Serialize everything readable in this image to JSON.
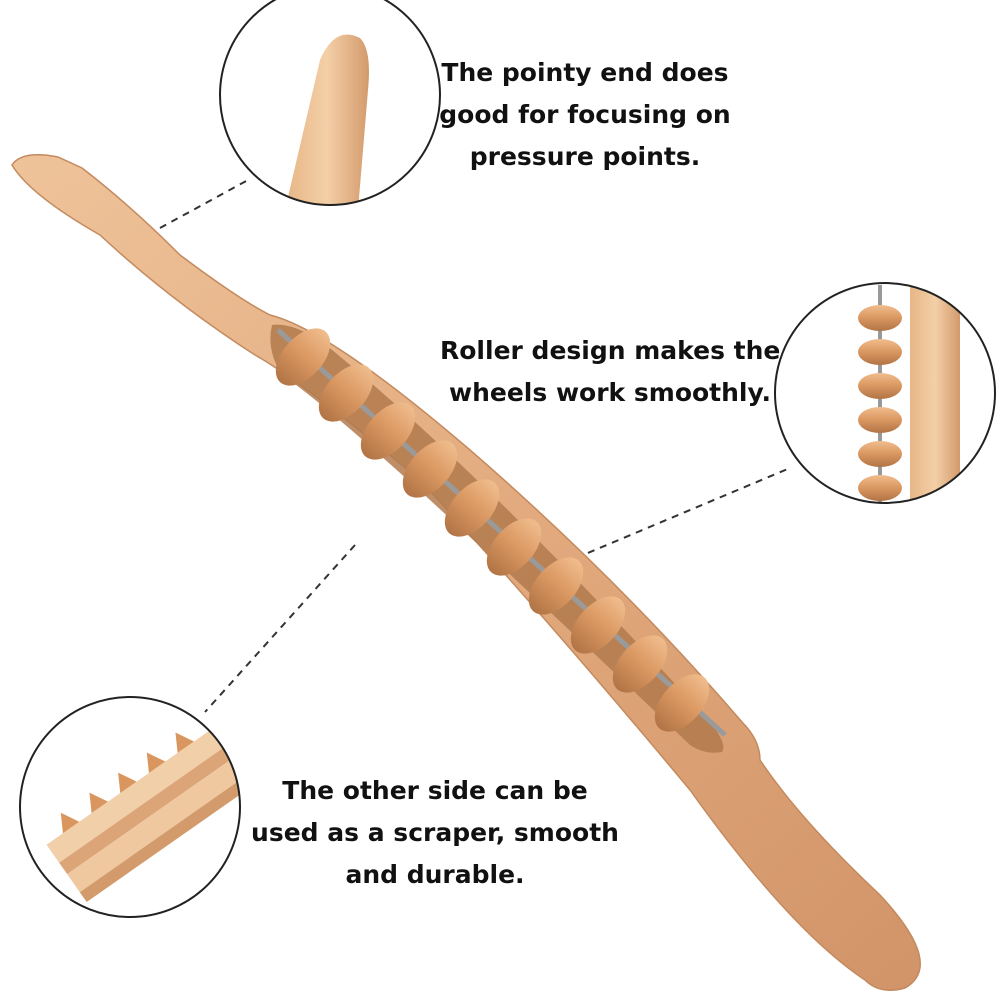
{
  "captions": {
    "pointy_end": [
      "The pointy end does",
      "good for focusing on",
      "pressure points."
    ],
    "roller": [
      "Roller design makes the",
      "wheels work smoothly."
    ],
    "other_side": [
      "The other side can be",
      "used as a scraper, smooth",
      "and durable."
    ]
  },
  "colors": {
    "wood_light": "#efc39a",
    "wood_mid": "#dea377",
    "wood_dark": "#b97c4e",
    "roller": "#d89662",
    "circle_border": "#222222",
    "text": "#111111",
    "background": "#ffffff"
  },
  "icons": {
    "product": "wooden-roller-massage-stick",
    "detail_top": "pointy-end-closeup",
    "detail_mid": "roller-closeup",
    "detail_bottom": "scraper-side-closeup"
  }
}
